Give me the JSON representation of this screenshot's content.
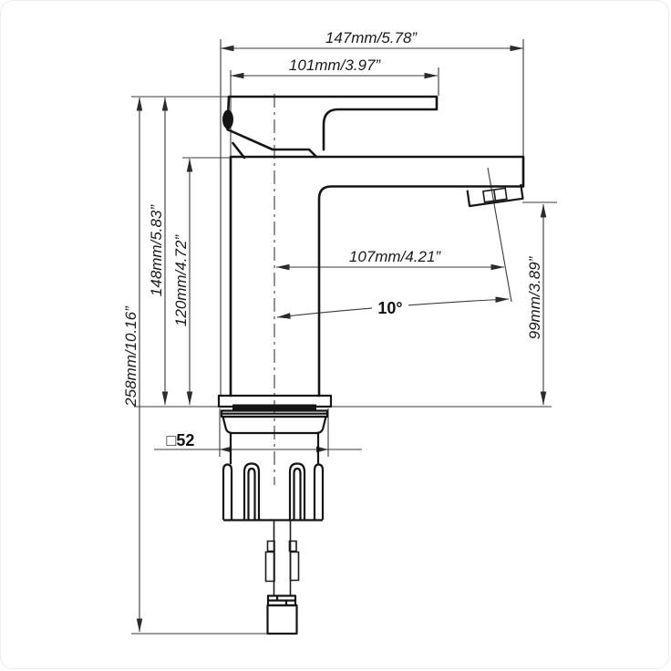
{
  "drawing": {
    "theme": {
      "background": "#ffffff",
      "line_color": "#151515",
      "dimension_line_color": "#3a3a3a"
    },
    "subject": "single-handle basin faucet side-view technical drawing",
    "labels": {
      "overall_width": "147mm/5.78”",
      "handle_length": "101mm/3.97”",
      "spout_reach": "107mm/4.21”",
      "spout_angle": "10°",
      "handle_top_height": "148mm/5.83”",
      "body_top_height": "120mm/4.72”",
      "overall_height": "258mm/10.16”",
      "outlet_height": "99mm/3.89”",
      "base_square_size": "□52"
    }
  }
}
